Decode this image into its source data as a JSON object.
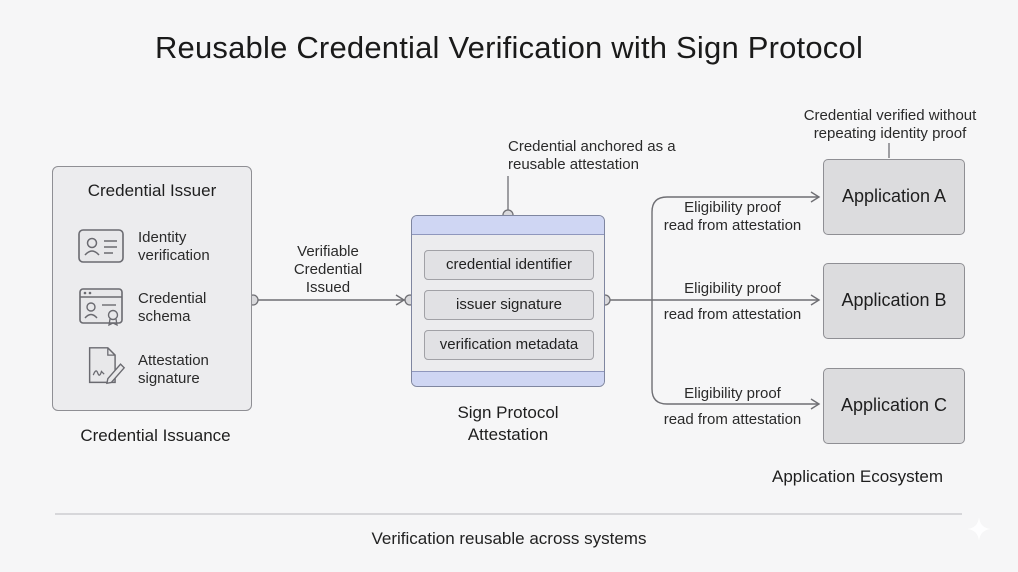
{
  "title": "Reusable Credential Verification with Sign Protocol",
  "issuer": {
    "title": "Credential Issuer",
    "items": [
      {
        "icon": "id-card-icon",
        "label_line1": "Identity",
        "label_line2": "verification"
      },
      {
        "icon": "schema-certificate-icon",
        "label_line1": "Credential",
        "label_line2": "schema"
      },
      {
        "icon": "signed-document-icon",
        "label_line1": "Attestation",
        "label_line2": "signature"
      }
    ],
    "section_label": "Credential Issuance"
  },
  "flow_label": {
    "line1": "Verifiable",
    "line2": "Credential",
    "line3": "Issued"
  },
  "annotation_anchor": {
    "line1": "Credential anchored as a",
    "line2": "reusable attestation"
  },
  "attestation": {
    "fields": [
      "credential identifier",
      "issuer signature",
      "verification metadata"
    ],
    "label_line1": "Sign Protocol",
    "label_line2": "Attestation"
  },
  "annotation_verified": {
    "line1": "Credential verified without",
    "line2": "repeating identity proof"
  },
  "branches": [
    {
      "line1": "Eligibility proof",
      "line2": "read from attestation"
    },
    {
      "line1": "Eligibility proof",
      "line2": "read from attestation"
    },
    {
      "line1": "Eligibility proof",
      "line2": "read from attestation"
    }
  ],
  "applications": [
    "Application A",
    "Application B",
    "Application C"
  ],
  "ecosystem_label": "Application Ecosystem",
  "footer": "Verification reusable across systems"
}
